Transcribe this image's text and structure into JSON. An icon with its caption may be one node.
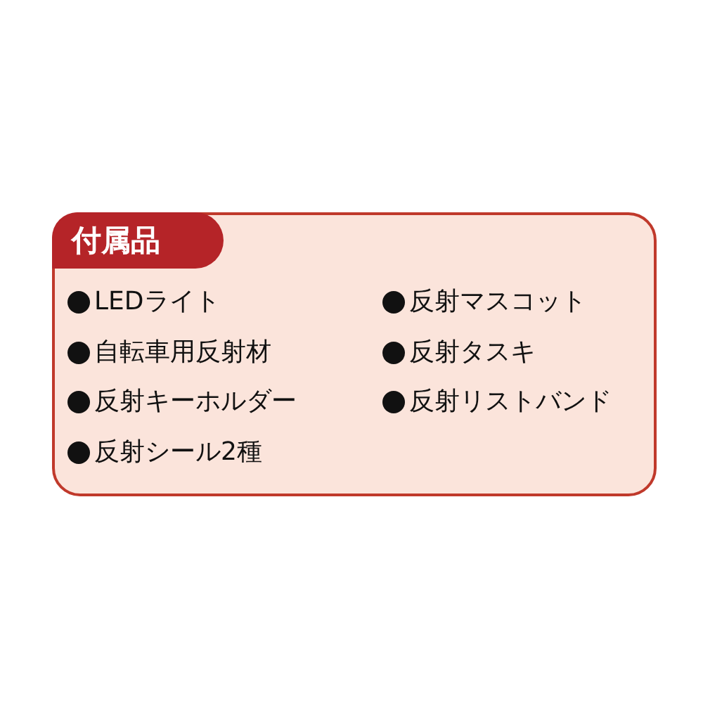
{
  "diagram": {
    "nodes": [
      {
        "text": [
          "LEDライト",
          "自転車用反射材",
          "反射キーホルダー",
          "反射シール2種",
          "反射マスコット",
          "反射タスキ",
          "反射リストバンド"
        ]
      },
      {
        "text": [
          "付属品"
        ],
        "in": 0
      }
    ]
  }
}
